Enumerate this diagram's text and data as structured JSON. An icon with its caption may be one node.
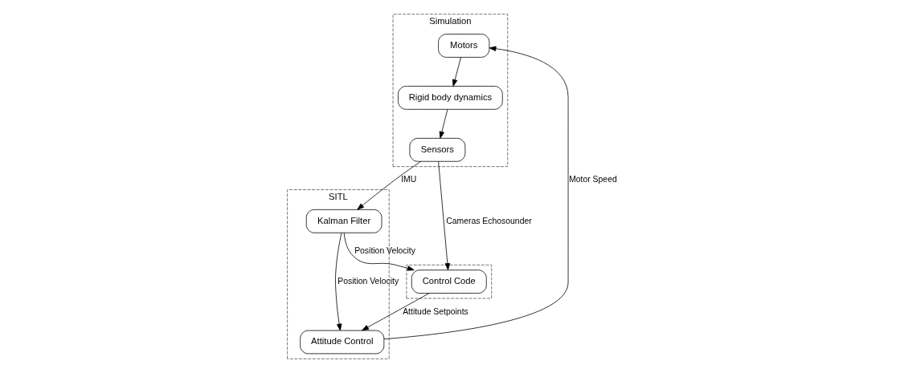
{
  "diagram": {
    "nodes": [
      {
        "text": [
          "Simulation"
        ]
      },
      {
        "text": [
          "Motors"
        ],
        "in": 0
      },
      {
        "text": [
          "Rigid body dynamics"
        ],
        "in": 0
      },
      {
        "text": [
          "Sensors"
        ],
        "in": 0
      },
      {
        "text": [
          "SITL"
        ]
      },
      {
        "text": [
          "Attitude Control"
        ],
        "in": 4
      },
      {
        "text": [
          "Kalman Filter"
        ],
        "in": 4
      },
      {
        "text": [],
        "shape": "box"
      },
      {
        "text": [
          "Control Code"
        ],
        "in": 7
      }
    ],
    "edges": [
      {
        "from": 5,
        "to": 1,
        "arrow": "to",
        "label": "Motor Speed"
      },
      {
        "from": 1,
        "to": 2,
        "arrow": "to"
      },
      {
        "from": 2,
        "to": 3,
        "arrow": "to"
      },
      {
        "from": 3,
        "to": 6,
        "arrow": "to",
        "label": "IMU"
      },
      {
        "from": 3,
        "to": 8,
        "arrow": "to",
        "label": "Cameras Echosounder"
      },
      {
        "from": 6,
        "to": 5,
        "arrow": "to",
        "label": "Position Velocity"
      },
      {
        "from": 6,
        "to": 8,
        "arrow": "to",
        "label": "Position Velocity"
      },
      {
        "from": 8,
        "to": 5,
        "arrow": "to",
        "label": "Attitude Setpoints"
      }
    ]
  }
}
